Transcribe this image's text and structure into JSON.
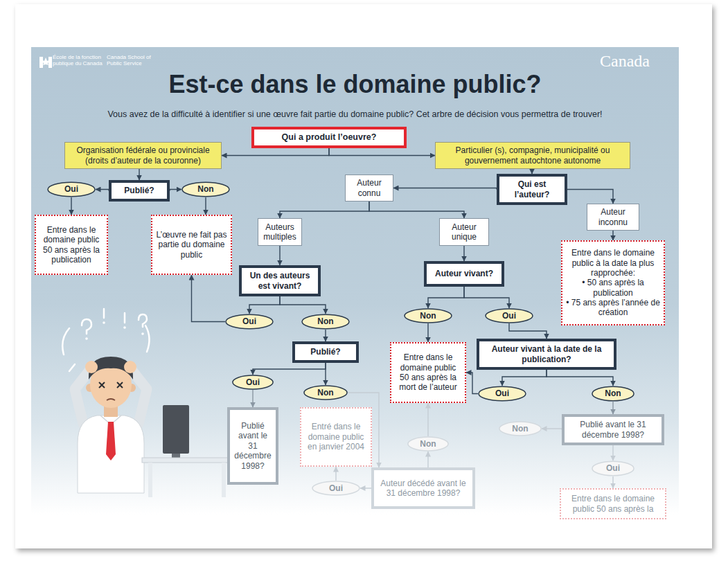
{
  "diagram": {
    "title": "Est-ce dans le domaine public?",
    "nodes": [
      {
        "text": [
          "Qui a produit l’oeuvre?"
        ]
      },
      {
        "text": [
          "Organisation fédérale ou provinciale (droits d’auteur de la couronne)"
        ]
      },
      {
        "text": [
          "Particulier (s), compagnie, municipalité ou gouvernement autochtone autonome"
        ]
      },
      {
        "text": [
          "Publié?"
        ]
      },
      {
        "text": [
          "Oui"
        ]
      },
      {
        "text": [
          "Non"
        ]
      },
      {
        "text": [
          "Entre dans le domaine public 50 ans après la publication"
        ]
      },
      {
        "text": [
          "L’œuvre ne fait pas partie du domaine public"
        ]
      },
      {
        "text": [
          "Qui est l’auteur?"
        ]
      },
      {
        "text": [
          "Auteur connu"
        ]
      },
      {
        "text": [
          "Auteur inconnu"
        ]
      },
      {
        "text": [
          "Auteurs multiples"
        ]
      },
      {
        "text": [
          "Auteur unique"
        ]
      },
      {
        "text": [
          "Entre dans le domaine public à la date la plus rapprochée:",
          "• 50 ans après la publication",
          "• 75 ans après l’année de création"
        ]
      },
      {
        "text": [
          "Un des auteurs est vivant?"
        ]
      },
      {
        "text": [
          "Auteur vivant?"
        ]
      },
      {
        "text": [
          "Oui"
        ]
      },
      {
        "text": [
          "Non"
        ]
      },
      {
        "text": [
          "Non"
        ]
      },
      {
        "text": [
          "Oui"
        ]
      },
      {
        "text": [
          "Publié?"
        ]
      },
      {
        "text": [
          "Entre dans le domaine public 50 ans après la mort de l’auteur"
        ]
      },
      {
        "text": [
          "Auteur vivant à la date de la publication?"
        ]
      },
      {
        "text": [
          "Oui"
        ]
      },
      {
        "text": [
          "Non"
        ]
      },
      {
        "text": [
          "Oui"
        ]
      },
      {
        "text": [
          "Non"
        ]
      },
      {
        "text": [
          "Publié avant le 31 décembre 1998?"
        ]
      },
      {
        "text": [
          "Entré dans le domaine public en janvier 2004"
        ]
      },
      {
        "text": [
          "Non"
        ]
      },
      {
        "text": [
          "Publié avant le 31 décembre 1998?"
        ]
      },
      {
        "text": [
          "Non"
        ]
      },
      {
        "text": [
          "Auteur décédé avant le 31 décembre 1998?"
        ]
      },
      {
        "text": [
          "Oui"
        ]
      },
      {
        "text": [
          "Oui"
        ]
      },
      {
        "text": [
          "Entre dans le domaine public 50 ans après la"
        ]
      }
    ],
    "edges": [
      {
        "from": 0,
        "to": 1,
        "arrow": "to"
      },
      {
        "from": 0,
        "to": 2,
        "arrow": "to"
      },
      {
        "from": 1,
        "to": 3,
        "arrow": "to"
      },
      {
        "from": 3,
        "to": 4,
        "arrow": "to"
      },
      {
        "from": 3,
        "to": 5,
        "arrow": "to"
      },
      {
        "from": 4,
        "to": 6,
        "arrow": "to"
      },
      {
        "from": 5,
        "to": 7,
        "arrow": "to"
      },
      {
        "from": 2,
        "to": 8,
        "arrow": "to"
      },
      {
        "from": 8,
        "to": 9,
        "arrow": "to"
      },
      {
        "from": 8,
        "to": 10,
        "arrow": "to"
      },
      {
        "from": 9,
        "to": 11,
        "arrow": "to"
      },
      {
        "from": 9,
        "to": 12,
        "arrow": "to"
      },
      {
        "from": 10,
        "to": 13,
        "arrow": "to"
      },
      {
        "from": 11,
        "to": 14,
        "arrow": "to"
      },
      {
        "from": 12,
        "to": 15,
        "arrow": "to"
      },
      {
        "from": 14,
        "to": 16,
        "arrow": "to"
      },
      {
        "from": 14,
        "to": 17,
        "arrow": "to"
      },
      {
        "from": 16,
        "to": 7,
        "arrow": "to"
      },
      {
        "from": 17,
        "to": 20,
        "arrow": "to"
      },
      {
        "from": 15,
        "to": 18,
        "arrow": "to"
      },
      {
        "from": 15,
        "to": 19,
        "arrow": "to"
      },
      {
        "from": 18,
        "to": 21,
        "arrow": "to"
      },
      {
        "from": 19,
        "to": 22,
        "arrow": "to"
      },
      {
        "from": 20,
        "to": 23,
        "arrow": "to"
      },
      {
        "from": 20,
        "to": 24,
        "arrow": "to"
      },
      {
        "from": 22,
        "to": 25,
        "arrow": "to"
      },
      {
        "from": 22,
        "to": 26,
        "arrow": "to"
      },
      {
        "from": 25,
        "to": 21,
        "arrow": "to"
      },
      {
        "from": 23,
        "to": 27,
        "arrow": "to"
      },
      {
        "from": 24,
        "to": 32,
        "arrow": "to"
      },
      {
        "from": 32,
        "to": 29,
        "arrow": "to"
      },
      {
        "from": 29,
        "to": 21,
        "arrow": "to"
      },
      {
        "from": 32,
        "to": 33,
        "arrow": "to"
      },
      {
        "from": 33,
        "to": 28,
        "arrow": "to"
      },
      {
        "from": 26,
        "to": 30,
        "arrow": "to"
      },
      {
        "from": 30,
        "to": 31,
        "arrow": "to"
      },
      {
        "from": 30,
        "to": 34,
        "arrow": "to"
      },
      {
        "from": 34,
        "to": 35,
        "arrow": "to"
      }
    ],
    "labels": [
      "École de la fonction publique du Canada",
      "Canada School of Public Service",
      "Canada",
      "Vous avez de la difficulté à identifier si une œuvre fait partie du domaine public? Cet arbre de décision vous permettra de trouver!"
    ]
  }
}
